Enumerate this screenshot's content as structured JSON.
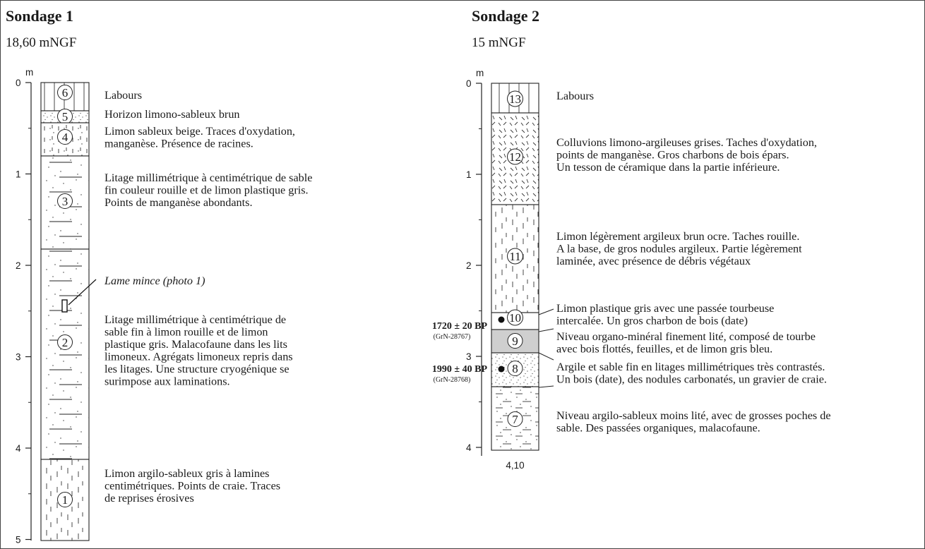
{
  "columns": [
    {
      "title": "Sondage 1",
      "elevation": "18,60 mNGF",
      "unit": "m",
      "axis_ticks": [
        "0",
        "1",
        "2",
        "3",
        "4",
        "5"
      ],
      "bottom_label": "",
      "layers": [
        {
          "number": "6",
          "description": [
            "Labours"
          ]
        },
        {
          "number": "5",
          "description": [
            "Horizon limono-sableux brun"
          ]
        },
        {
          "number": "4",
          "description": [
            "Limon sableux beige. Traces d'oxydation,",
            "manganèse. Présence de racines."
          ]
        },
        {
          "number": "3",
          "description": [
            "Litage millimétrique à centimétrique de sable",
            "fin couleur rouille et de limon plastique gris.",
            "Points de manganèse abondants."
          ]
        },
        {
          "number": "2",
          "description": [
            "Litage millimétrique à centimétrique de",
            "sable fin à limon rouille et de limon",
            "plastique gris. Malacofaune dans les lits",
            "limoneux. Agrégats limoneux repris dans",
            "les litages.  Une structure cryogénique se",
            "surimpose aux laminations."
          ]
        },
        {
          "number": "1",
          "description": [
            "Limon argilo-sableux gris à lamines",
            "centimétriques. Points de craie. Traces",
            "de reprises érosives"
          ]
        }
      ],
      "annotation": "Lame mince (photo 1)"
    },
    {
      "title": "Sondage 2",
      "elevation": "15 mNGF",
      "unit": "m",
      "axis_ticks": [
        "0",
        "1",
        "2",
        "3",
        "4"
      ],
      "bottom_label": "4,10",
      "layers": [
        {
          "number": "13",
          "description": [
            "Labours"
          ]
        },
        {
          "number": "12",
          "description": [
            "Colluvions limono-argileuses grises. Taches d'oxydation,",
            "points de manganèse. Gros charbons de bois épars.",
            "Un tesson de céramique dans la partie inférieure."
          ]
        },
        {
          "number": "11",
          "description": [
            "Limon légèrement argileux brun ocre. Taches rouille.",
            "A la base, de gros nodules argileux. Partie légèrement",
            "laminée, avec présence de débris végétaux"
          ]
        },
        {
          "number": "10",
          "description": [
            "Limon plastique gris avec une passée tourbeuse",
            "intercalée. Un gros charbon de bois (date)"
          ]
        },
        {
          "number": "9",
          "description": [
            "Niveau organo-minéral finement lité, composé de tourbe",
            "avec bois flottés, feuilles, et de limon gris bleu."
          ]
        },
        {
          "number": "8",
          "description": [
            "Argile et sable fin en litages millimétriques très contrastés.",
            "Un bois (date), des nodules carbonatés, un gravier de craie."
          ]
        },
        {
          "number": "7",
          "description": [
            "Niveau argilo-sableux moins lité, avec de grosses poches de",
            "sable. Des passées organiques, malacofaune."
          ]
        }
      ],
      "dates": [
        {
          "age": "1720 ± 20 BP",
          "lab": "(GrN-28767)"
        },
        {
          "age": "1990 ± 40 BP",
          "lab": "(GrN-28768)"
        }
      ]
    }
  ]
}
